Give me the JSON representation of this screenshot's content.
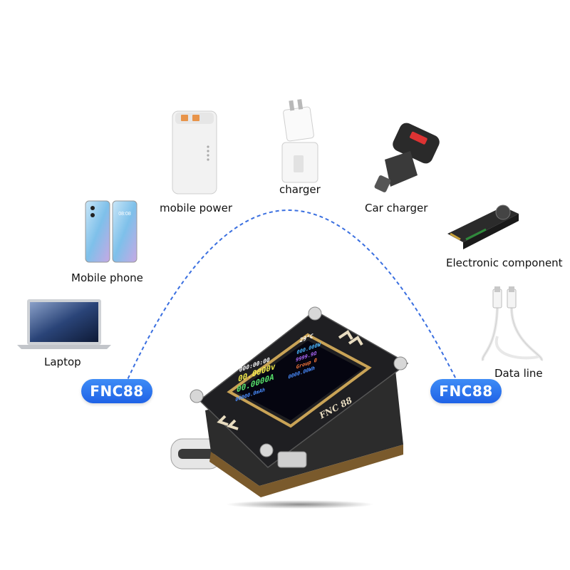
{
  "devices": {
    "mobile_power": "mobile power",
    "charger": "charger",
    "car_charger": "Car charger",
    "mobile_phone": "Mobile phone",
    "electronic_component": "Electronic component",
    "laptop": "Laptop",
    "data_line": "Data line"
  },
  "badges": {
    "left": "FNC88",
    "right": "FNC88"
  },
  "meter": {
    "brand": "FNC 88",
    "screen": {
      "timer": "000:00:00",
      "temperature": "29°C",
      "voltage": "00.0000v",
      "current": "00.0000A",
      "power": "000.000W",
      "mah": "00000.0mAh",
      "mwh": "0000.00Wh",
      "group": "Group 0",
      "resistance": "9999.9Ω"
    }
  },
  "colors": {
    "badge": "#2f78f0",
    "arc": "#3a6fe0",
    "device_body": "#2b2b2e",
    "bezel": "#c9a356"
  }
}
